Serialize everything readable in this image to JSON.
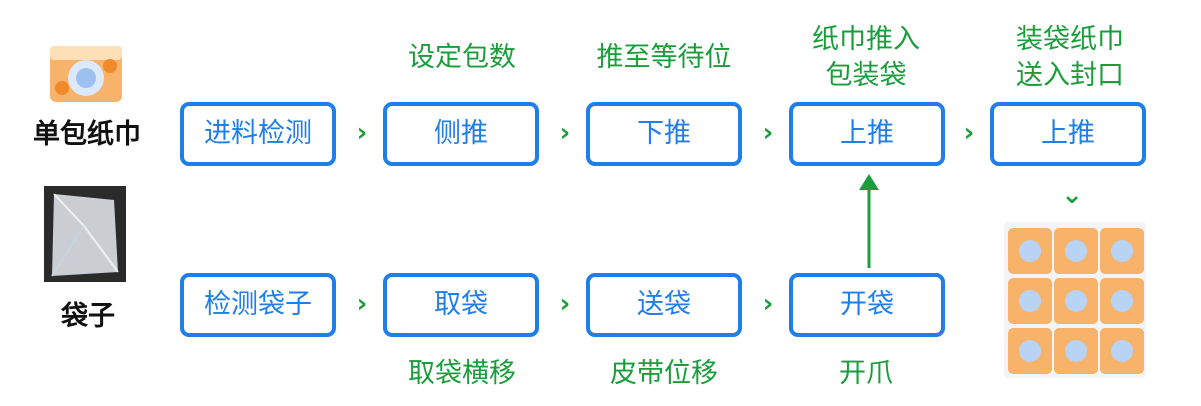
{
  "left_labels": {
    "tissue": "单包纸巾",
    "bag": "袋子"
  },
  "top_row": [
    "进料检测",
    "侧推",
    "下推",
    "上推",
    "上推"
  ],
  "bottom_row": [
    "检测袋子",
    "取袋",
    "送袋",
    "开袋"
  ],
  "top_notes": {
    "step2": "设定包数",
    "step3": "推至等待位",
    "step4_line1": "纸巾推入",
    "step4_line2": "包装袋",
    "step5_line1": "装袋纸巾",
    "step5_line2": "送入封口"
  },
  "bottom_notes": {
    "step2": "取袋横移",
    "step3": "皮带位移",
    "step4": "开爪"
  },
  "arrow_glyphs": {
    "right": "›",
    "down": "⌄"
  },
  "colors": {
    "box_border": "#1f7ee8",
    "box_text": "#1f7ee8",
    "note_text": "#1a9e3c",
    "arrow": "#1a9e3c"
  }
}
